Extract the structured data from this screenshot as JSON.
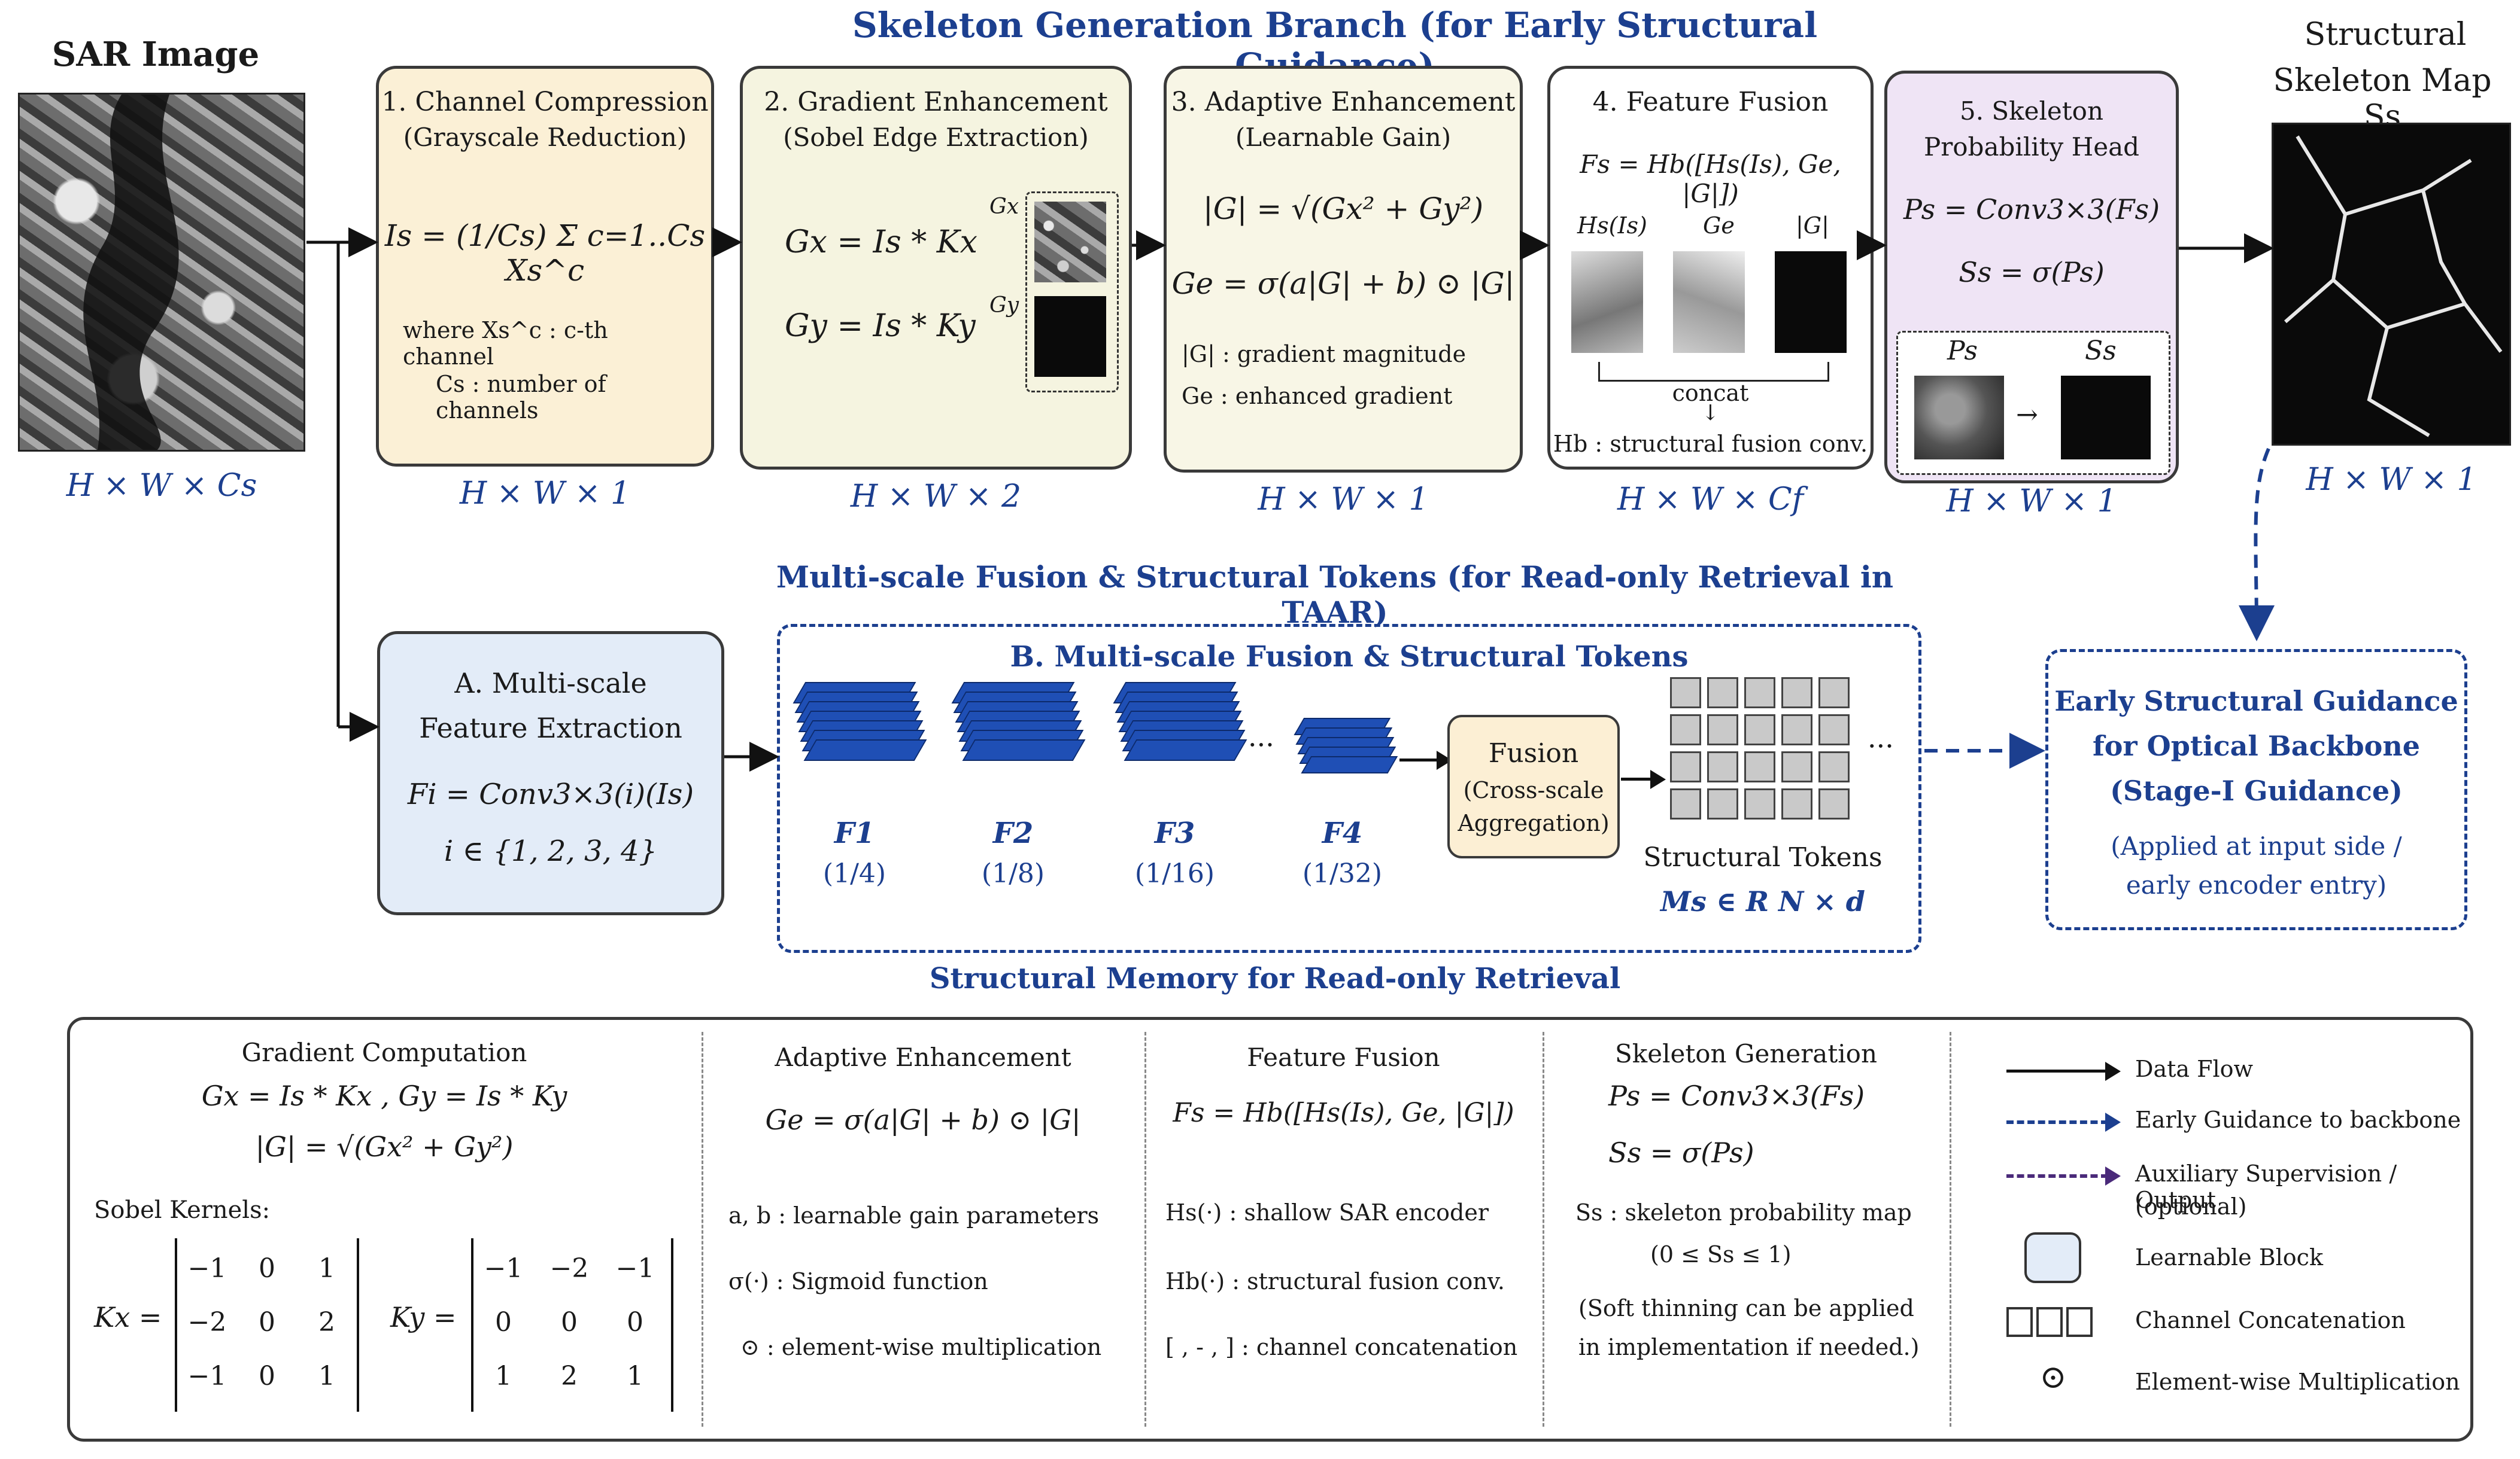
{
  "header": {
    "top_title": "Skeleton Generation Branch (for Early Structural Guidance)",
    "mid_title": "Multi-scale Fusion & Structural Tokens (for Read-only Retrieval in TAAR)",
    "memory_caption": "Structural Memory for Read-only Retrieval"
  },
  "sar": {
    "label": "SAR Image",
    "dim": "H × W × Cs"
  },
  "output": {
    "label_line1": "Structural",
    "label_line2": "Skeleton Map Ss",
    "dim": "H × W × 1"
  },
  "step1": {
    "title": "1. Channel Compression",
    "subtitle": "(Grayscale Reduction)",
    "formula": "Is = (1/Cs) Σ c=1..Cs Xs^c",
    "note1": "where Xs^c : c-th channel",
    "note2": "Cs : number of channels",
    "dim": "H × W × 1"
  },
  "step2": {
    "title": "2. Gradient Enhancement",
    "subtitle": "(Sobel Edge Extraction)",
    "gx": "Gx = Is * Kx",
    "gy": "Gy = Is * Ky",
    "thumb_gx": "Gx",
    "thumb_gy": "Gy",
    "dim": "H × W × 2"
  },
  "step3": {
    "title": "3. Adaptive Enhancement",
    "subtitle": "(Learnable Gain)",
    "f1": "|G| = √(Gx² + Gy²)",
    "f2": "Ge = σ(a|G| + b) ⊙ |G|",
    "n1": "|G| : gradient magnitude",
    "n2": "Ge : enhanced gradient",
    "dim": "H × W × 1"
  },
  "step4": {
    "title": "4. Feature Fusion",
    "formula": "Fs = Hb([Hs(Is), Ge, |G|])",
    "t1": "Hs(Is)",
    "t2": "Ge",
    "t3": "|G|",
    "concat": "concat",
    "note": "Hb : structural fusion conv.",
    "dim": "H × W × Cf"
  },
  "step5": {
    "title_line1": "5. Skeleton",
    "title_line2": "Probability Head",
    "f1": "Ps = Conv3×3(Fs)",
    "f2": "Ss = σ(Ps)",
    "ps": "Ps",
    "ss": "Ss",
    "dim": "H × W × 1"
  },
  "blockA": {
    "line1": "A. Multi-scale",
    "line2": "Feature Extraction",
    "f1": "Fi = Conv3×3(i)(Is)",
    "f2": "i ∈ {1, 2, 3, 4}"
  },
  "blockB": {
    "title": "B. Multi-scale Fusion & Structural Tokens",
    "stacks": [
      {
        "name": "F1",
        "scale": "(1/4)"
      },
      {
        "name": "F2",
        "scale": "(1/8)"
      },
      {
        "name": "F3",
        "scale": "(1/16)"
      },
      {
        "name": "F4",
        "scale": "(1/32)"
      }
    ],
    "ellipsis": "···",
    "fusion_line1": "Fusion",
    "fusion_line2": "(Cross-scale",
    "fusion_line3": "Aggregation)",
    "tokens_label": "Structural Tokens",
    "tokens_math": "Ms ∈ R N × d"
  },
  "guidance": {
    "l1": "Early Structural Guidance",
    "l2": "for Optical Backbone",
    "l3": "(Stage-I Guidance)",
    "l4": "(Applied at input side /",
    "l5": "early encoder entry)"
  },
  "bottom": {
    "grad": {
      "title": "Gradient Computation",
      "f1": "Gx = Is * Kx ,  Gy = Is * Ky",
      "f2": "|G| = √(Gx² + Gy²)",
      "sobel": "Sobel Kernels:",
      "kx_label": "Kx =",
      "ky_label": "Ky =",
      "kx": [
        [
          "−1",
          "0",
          "1"
        ],
        [
          "−2",
          "0",
          "2"
        ],
        [
          "−1",
          "0",
          "1"
        ]
      ],
      "ky": [
        [
          "−1",
          "−2",
          "−1"
        ],
        [
          "0",
          "0",
          "0"
        ],
        [
          "1",
          "2",
          "1"
        ]
      ]
    },
    "adapt": {
      "title": "Adaptive Enhancement",
      "f": "Ge = σ(a|G| + b) ⊙ |G|",
      "n1": "a, b :  learnable gain parameters",
      "n2": "σ(·) :  Sigmoid function",
      "n3": "⊙ :  element-wise multiplication"
    },
    "fusion": {
      "title": "Feature Fusion",
      "f": "Fs = Hb([Hs(Is), Ge, |G|])",
      "n1": "Hs(·) :  shallow SAR encoder",
      "n2": "Hb(·) :  structural fusion conv.",
      "n3": "[ , - , ] :  channel concatenation"
    },
    "skel": {
      "title": "Skeleton Generation",
      "f1": "Ps = Conv3×3(Fs)",
      "f2": "Ss = σ(Ps)",
      "n1": "Ss  :  skeleton probability map",
      "n2": "(0 ≤ Ss ≤ 1)",
      "n3": "(Soft thinning can be applied",
      "n4": "in implementation if needed.)"
    },
    "legend": {
      "data_flow": "Data Flow",
      "early": "Early Guidance to backbone",
      "aux1": "Auxiliary Supervision / Output",
      "aux2": "(optional)",
      "learnable": "Learnable Block",
      "concat": "Channel Concatenation",
      "mult": "Element-wise Multiplication"
    }
  },
  "colors": {
    "step1_bg": "#fbf0d6",
    "step2_bg": "#f5f4e0",
    "step3_bg": "#f8f6e6",
    "step5_bg": "#efe4f5",
    "blockA_bg": "#e3ecf8",
    "fusion_bg": "#fcefd4",
    "accent": "#1c3f8f",
    "stack": "#1f4fb5"
  }
}
